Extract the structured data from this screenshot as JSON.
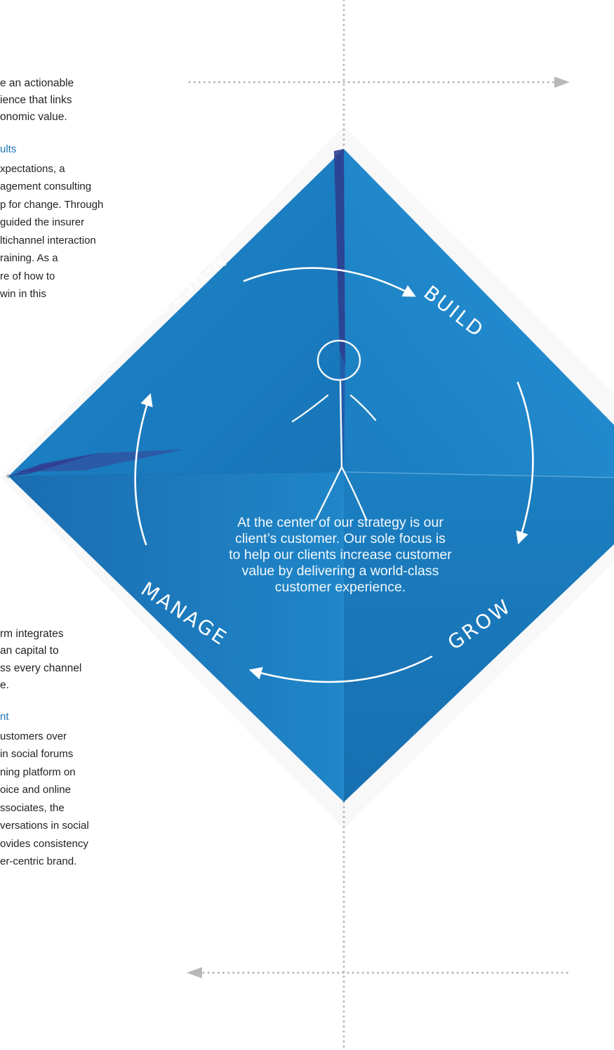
{
  "left_column": {
    "top_lead": [
      "e an actionable",
      "ience that links",
      "onomic value."
    ],
    "top_heading": "ults",
    "top_body": [
      "xpectations, a",
      "agement consulting",
      "p for change. Through",
      "guided the insurer",
      "ltichannel interaction",
      "raining. As a",
      "re of how to",
      "win in this"
    ],
    "bottom_lead": [
      "rm integrates",
      "an capital to",
      "ss every channel",
      "e."
    ],
    "bottom_heading": "nt",
    "bottom_body": [
      "ustomers over",
      "in social forums",
      "ning platform on",
      "oice and online",
      "ssociates, the",
      "versations in social",
      "ovides consistency",
      "er-centric brand."
    ]
  },
  "diagram": {
    "stages": {
      "design": "DESIGN",
      "build": "BUILD",
      "grow": "GROW",
      "manage": "MANAGE"
    },
    "center_text": [
      "At the center of our strategy is our",
      "client’s customer. Our sole focus is",
      "to help our clients increase customer",
      "value by delivering a world-class",
      "customer experience."
    ],
    "colors": {
      "paper_blue": "#1b80c4",
      "paper_dark": "#3a4f9a",
      "heading_blue": "#1b77b8",
      "dotted_line": "#b8b8b8"
    }
  }
}
